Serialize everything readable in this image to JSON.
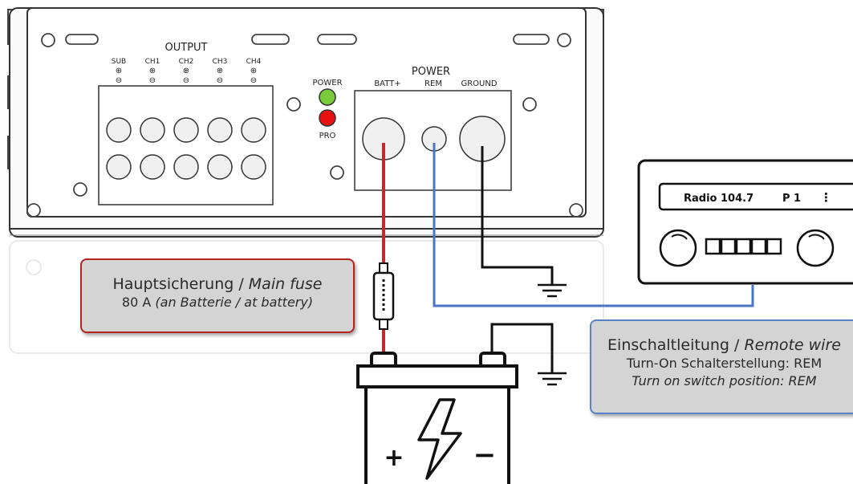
{
  "amplifier": {
    "output_title": "OUTPUT",
    "channels": [
      "SUB",
      "CH1",
      "CH2",
      "CH3",
      "CH4"
    ],
    "plus_symbol": "⊕",
    "minus_symbol": "⊖",
    "power_led_label": "POWER",
    "protect_led_label": "PRO",
    "power_title": "POWER",
    "power_terminals": [
      "BATT+",
      "REM",
      "GROUND"
    ]
  },
  "radio": {
    "display_station": "Radio 104.7",
    "display_preset": "P 1",
    "display_menu": "⋮"
  },
  "battery": {
    "plus_sign": "+",
    "minus_sign": "−"
  },
  "fuse_callout": {
    "title_de": "Hauptsicherung / ",
    "title_en": "Main fuse",
    "detail_de": "80 A ",
    "detail_mid": "(an Batterie / ",
    "detail_en": "at battery)"
  },
  "remote_callout": {
    "title_de": "Einschaltleitung / ",
    "title_en": "Remote wire",
    "line_de": "Turn-On Schalterstellung: REM",
    "line_en": "Turn on switch position: REM"
  },
  "colors": {
    "power_wire": "#c42a2a",
    "remote_wire": "#4a74c4",
    "ground_wire": "#111111",
    "led_power": "#7acc3a",
    "led_protect": "#e81010",
    "fuse_border": "#b52222",
    "remote_border": "#5a82c8"
  }
}
